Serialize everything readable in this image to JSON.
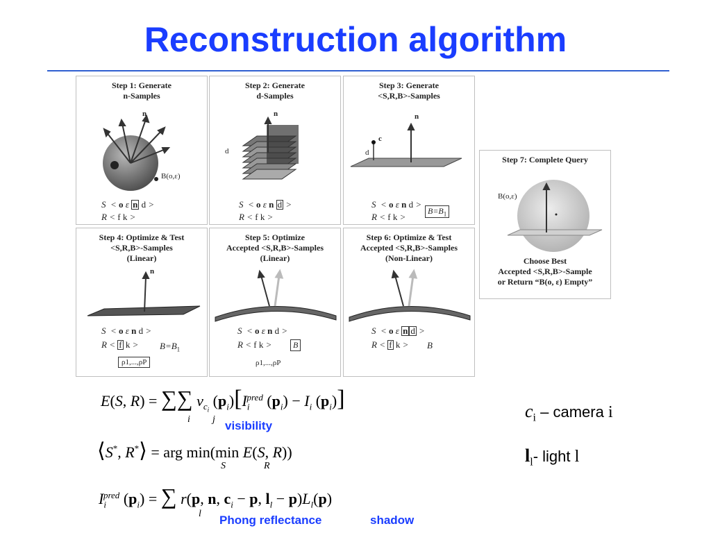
{
  "slide": {
    "title": "Reconstruction algorithm"
  },
  "steps": [
    {
      "title_lines": [
        "Step 1: Generate",
        "n-Samples"
      ],
      "vec_S": [
        "S",
        "<",
        "o",
        "ε",
        "n",
        "d",
        ">"
      ],
      "vec_R": [
        "R",
        "<",
        "f",
        "k",
        ">"
      ],
      "labels": {
        "n": "n",
        "ball": "B(o,ε)"
      }
    },
    {
      "title_lines": [
        "Step 2: Generate",
        "d-Samples"
      ],
      "vec_S": [
        "S",
        "<",
        "o",
        "ε",
        "n",
        "d",
        ">"
      ],
      "vec_R": [
        "R",
        "<",
        "f",
        "k",
        ">"
      ],
      "labels": {
        "n": "n",
        "d": "d"
      }
    },
    {
      "title_lines": [
        "Step 3: Generate",
        "<S,R,B>-Samples"
      ],
      "vec_S": [
        "S",
        "<",
        "o",
        "ε",
        "n",
        "d",
        ">"
      ],
      "vec_R": [
        "R",
        "<",
        "f",
        "k",
        ">"
      ],
      "labels": {
        "n": "n",
        "c": "c",
        "d": "d",
        "b_eq": "B=B",
        "b_sub": "1"
      }
    },
    {
      "title_lines": [
        "Step 4: Optimize & Test",
        "<S,R,B>-Samples",
        "(Linear)"
      ],
      "vec_S": [
        "S",
        "<",
        "o",
        "ε",
        "n",
        "d",
        ">"
      ],
      "vec_R": [
        "R",
        "<",
        "f",
        "k",
        ">"
      ],
      "labels": {
        "n": "n",
        "b_eq": "B=B",
        "b_sub": "1",
        "rho": "ρ1,...,ρP"
      }
    },
    {
      "title_lines": [
        "Step 5: Optimize",
        "Accepted <S,R,B>-Samples",
        "(Linear)"
      ],
      "vec_S": [
        "S",
        "<",
        "o",
        "ε",
        "n",
        "d",
        ">"
      ],
      "vec_R": [
        "R",
        "<",
        "f",
        "k",
        ">"
      ],
      "labels": {
        "b": "B",
        "rho": "ρ1,...,ρP"
      }
    },
    {
      "title_lines": [
        "Step 6: Optimize & Test",
        "Accepted <S,R,B>-Samples",
        "(Non-Linear)"
      ],
      "vec_S": [
        "S",
        "<",
        "o",
        "ε",
        "n",
        "d",
        ">"
      ],
      "vec_R": [
        "R",
        "<",
        "f",
        "k",
        ">"
      ],
      "labels": {
        "b": "B"
      }
    },
    {
      "title_lines": [
        "Step 7: Complete Query"
      ],
      "labels": {
        "ball": "B(o,ε)"
      },
      "caption_lines": [
        "Choose Best",
        "Accepted <S,R,B>-Sample",
        "or Return “B(o, ε) Empty”"
      ]
    }
  ],
  "equations": {
    "eq1": "E(S,R) = Σi Σj vci (pi) [ Ii pred (pi) − Ii (pi) ]",
    "eq2": "⟨S*, R*⟩ = arg min S ( min R E(S,R) )",
    "eq3": "Ii pred (pi) = Σl r(p, n, ci − p, ll − p) Ll (p)",
    "sum_i": "i",
    "sum_j": "j",
    "sum_l": "l",
    "min_S": "S",
    "min_R": "R"
  },
  "annotations": {
    "visibility": "visibility",
    "phong": "Phong reflectance",
    "shadow": "shadow"
  },
  "legend": {
    "c_sym": "c",
    "c_sub": "i",
    "c_text": " – camera ",
    "c_idx": "i",
    "l_sym": "l",
    "l_sub": "l",
    "l_text": "- light ",
    "l_idx": "l"
  },
  "colors": {
    "title": "#1a3dff",
    "rule": "#2f5fd0",
    "annotation": "#1a3dff"
  }
}
